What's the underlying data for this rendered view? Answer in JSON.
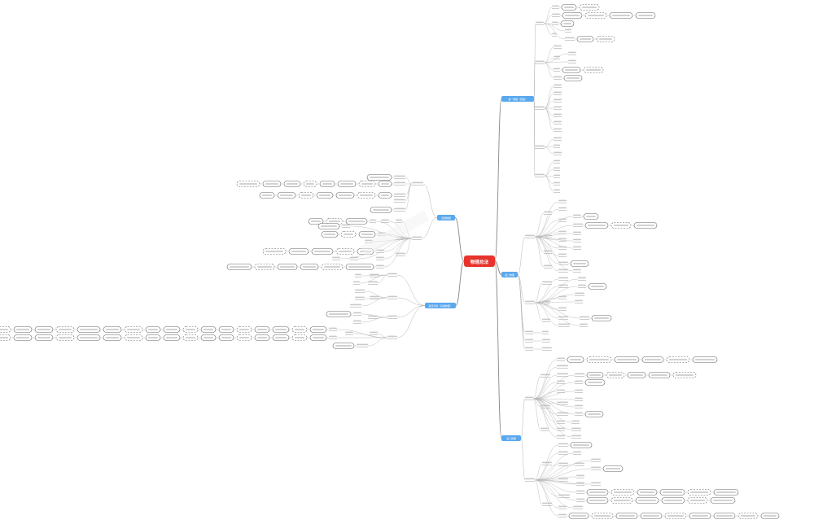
{
  "root": {
    "label": "物理总法"
  },
  "branches": [
    {
      "label": "第一物理（四轴）"
    },
    {
      "label": "第二物理"
    },
    {
      "label": "第三物理"
    },
    {
      "label": "基础物理"
    },
    {
      "label": "第四实验（基础物理）"
    }
  ],
  "colors": {
    "root_fill": "#e8332c",
    "branch_fill": "#5aa8ee",
    "line": "#8a8a8a",
    "leaf_line": "#b5b5b5"
  }
}
